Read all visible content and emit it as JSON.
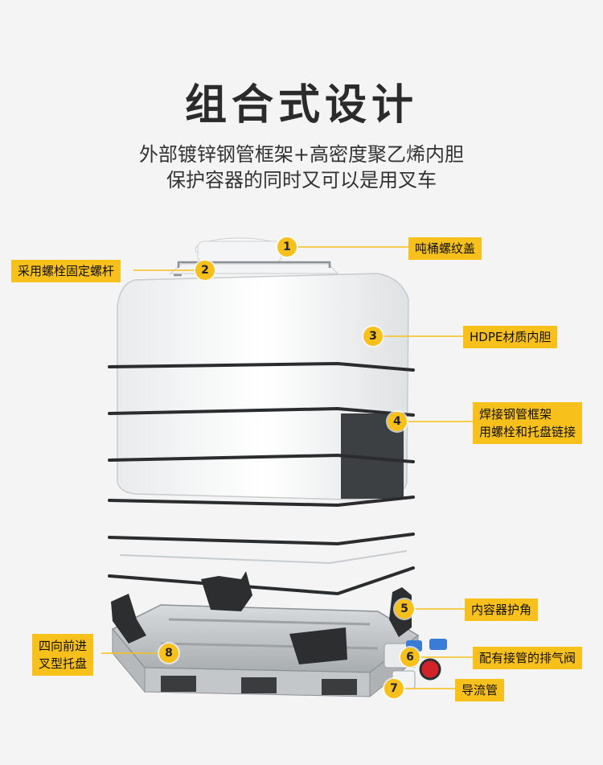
{
  "header": {
    "title": "组合式设计",
    "subtitle_line1": "外部镀锌钢管框架+高密度聚乙烯内胆",
    "subtitle_line2": "保护容器的同时又可以是用叉车"
  },
  "callouts": [
    {
      "number": "1",
      "text": "吨桶螺纹盖"
    },
    {
      "number": "2",
      "text": "采用螺栓固定螺杆"
    },
    {
      "number": "3",
      "text": "HDPE材质内胆"
    },
    {
      "number": "4",
      "line1": "焊接钢管框架",
      "line2": "用螺栓和托盘链接"
    },
    {
      "number": "5",
      "text": "内容器护角"
    },
    {
      "number": "6",
      "text": "配有接管的排气阀"
    },
    {
      "number": "7",
      "text": "导流管"
    },
    {
      "number": "8",
      "line1": "四向前进",
      "line2": "叉型托盘"
    }
  ],
  "colors": {
    "accent": "#f7c01a",
    "background": "#f4f4f4",
    "title": "#2b2b2b"
  }
}
